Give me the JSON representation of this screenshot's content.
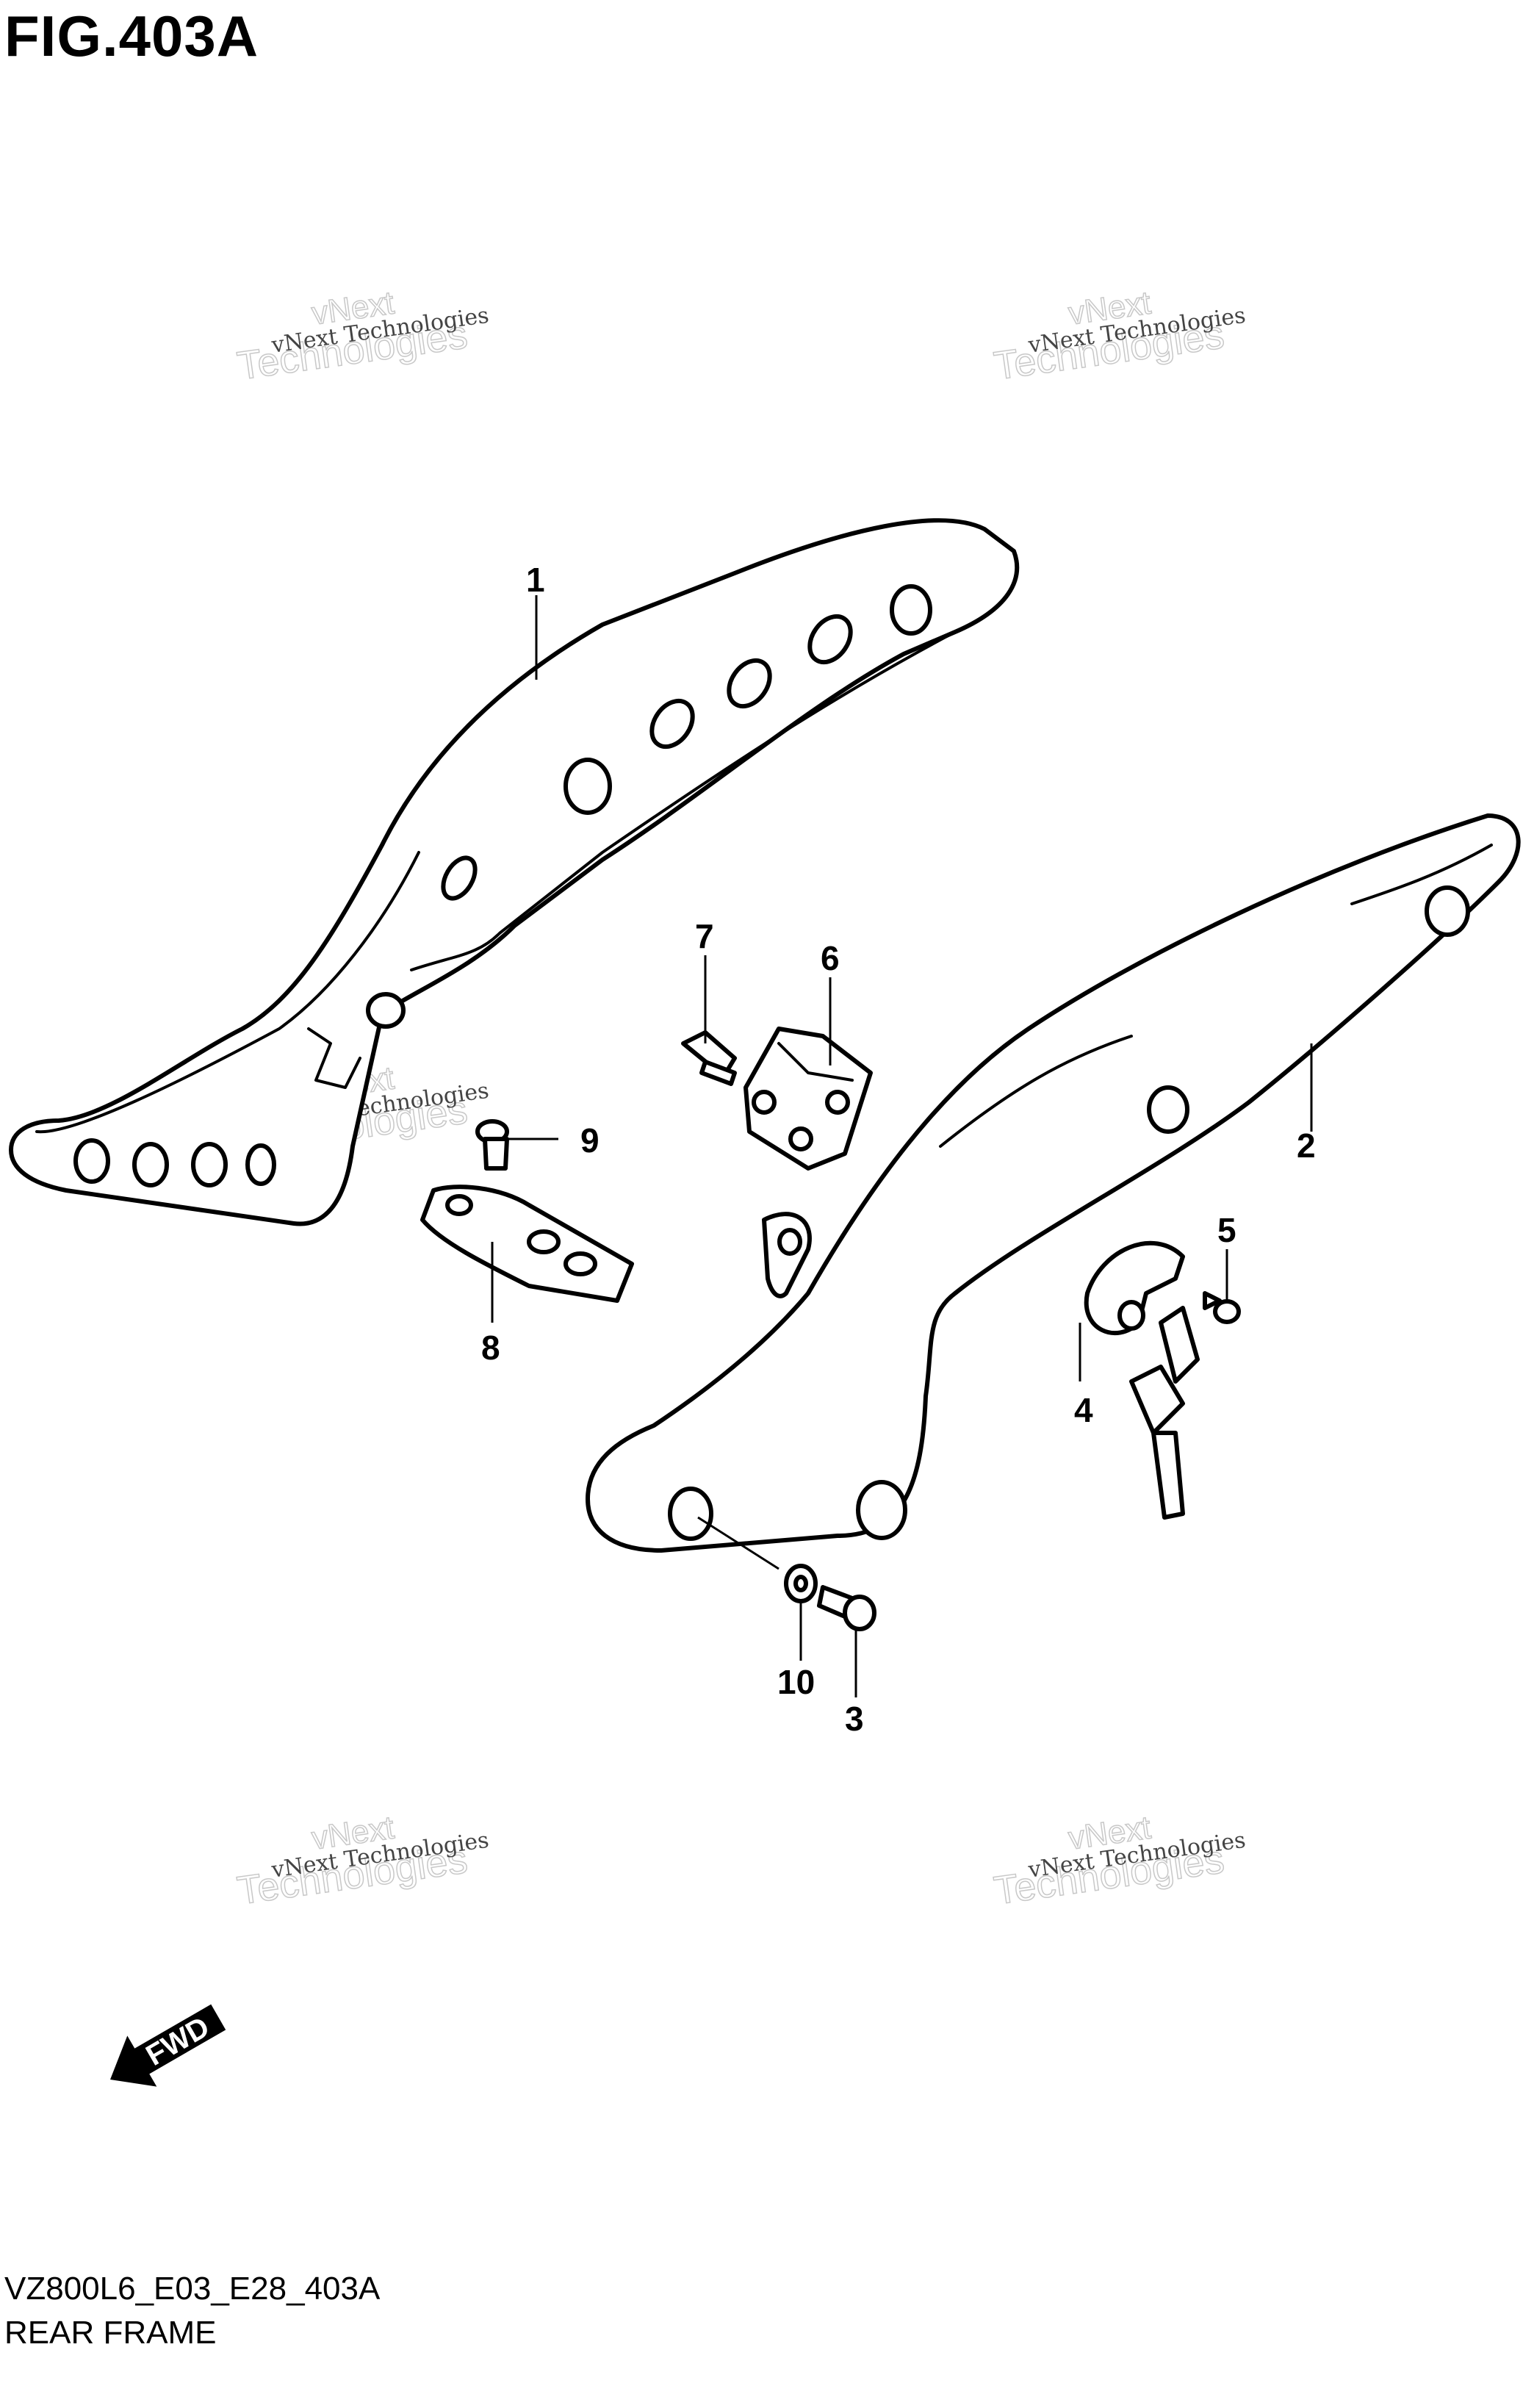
{
  "figure": {
    "title": "FIG.403A",
    "code": "VZ800L6_E03_E28_403A",
    "name": "REAR FRAME"
  },
  "callouts": [
    "1",
    "2",
    "3",
    "4",
    "5",
    "6",
    "7",
    "8",
    "9",
    "10"
  ],
  "watermark": {
    "line1": "vNext Technologies",
    "line2": "vNext",
    "line3": "Technologies"
  },
  "fwd_label": "FWD",
  "colors": {
    "ink": "#000000",
    "watermark": "#c8c8c8",
    "background": "#ffffff"
  }
}
